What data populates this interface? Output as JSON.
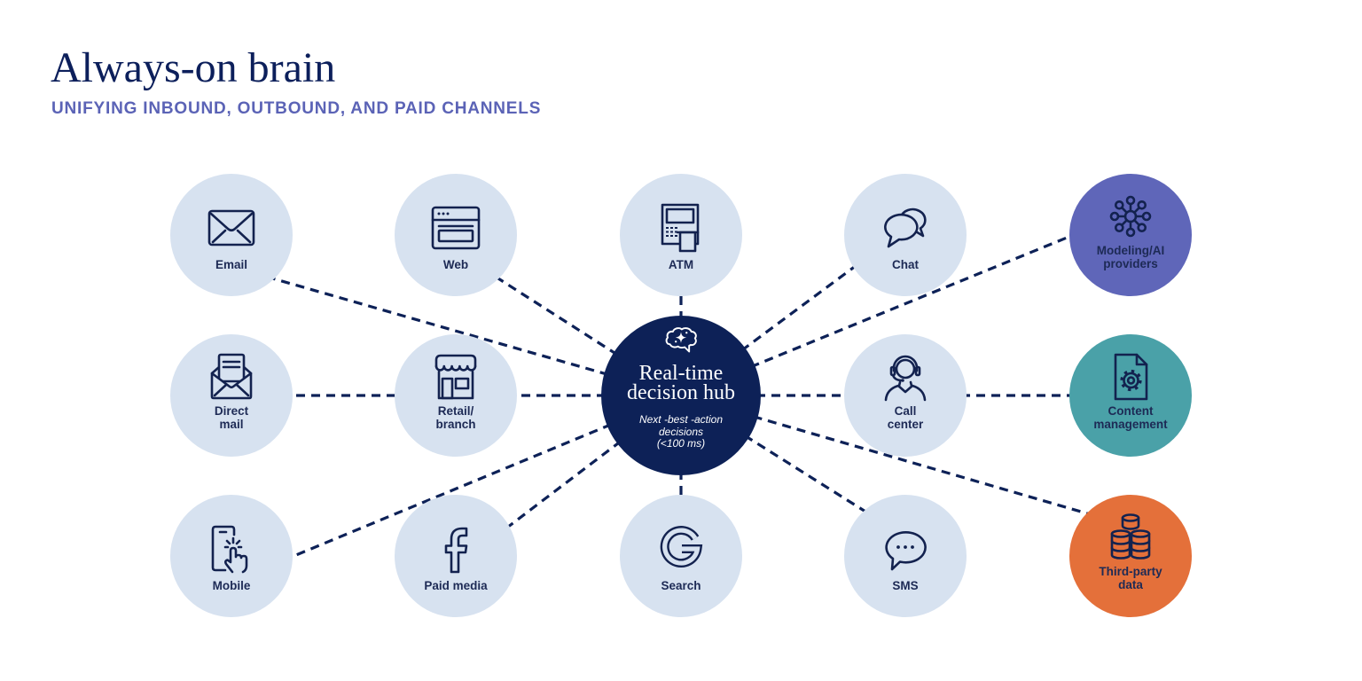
{
  "header": {
    "title": "Always-on brain",
    "subtitle": "UNIFYING INBOUND, OUTBOUND, AND PAID CHANNELS"
  },
  "hub": {
    "icon": "brain-sparkle-icon",
    "title_lines": [
      "Real-time",
      "decision hub"
    ],
    "caption_lines": [
      "Next -best -action",
      "decisions",
      "(<100 ms)"
    ]
  },
  "channels": [
    {
      "id": "email",
      "label_lines": [
        "Email"
      ],
      "icon": "envelope-icon"
    },
    {
      "id": "web",
      "label_lines": [
        "Web"
      ],
      "icon": "browser-window-icon"
    },
    {
      "id": "atm",
      "label_lines": [
        "ATM"
      ],
      "icon": "atm-machine-icon"
    },
    {
      "id": "chat",
      "label_lines": [
        "Chat"
      ],
      "icon": "chat-bubbles-icon"
    },
    {
      "id": "modeling-ai",
      "label_lines": [
        "Modeling/AI",
        "providers"
      ],
      "icon": "network-nodes-icon"
    },
    {
      "id": "direct-mail",
      "label_lines": [
        "Direct",
        "mail"
      ],
      "icon": "open-letter-icon"
    },
    {
      "id": "retail-branch",
      "label_lines": [
        "Retail/",
        "branch"
      ],
      "icon": "storefront-icon"
    },
    {
      "id": "call-center",
      "label_lines": [
        "Call",
        "center"
      ],
      "icon": "headset-agent-icon"
    },
    {
      "id": "content-management",
      "label_lines": [
        "Content",
        "management"
      ],
      "icon": "document-gear-icon"
    },
    {
      "id": "mobile",
      "label_lines": [
        "Mobile"
      ],
      "icon": "phone-tap-icon"
    },
    {
      "id": "paid-media",
      "label_lines": [
        "Paid media"
      ],
      "icon": "facebook-f-icon"
    },
    {
      "id": "search",
      "label_lines": [
        "Search"
      ],
      "icon": "google-g-icon"
    },
    {
      "id": "sms",
      "label_lines": [
        "SMS"
      ],
      "icon": "speech-bubble-dots-icon"
    },
    {
      "id": "third-party-data",
      "label_lines": [
        "Third-party",
        "data"
      ],
      "icon": "database-stack-icon"
    }
  ],
  "connections": [
    [
      "hub",
      "email"
    ],
    [
      "hub",
      "web"
    ],
    [
      "hub",
      "atm"
    ],
    [
      "hub",
      "chat"
    ],
    [
      "hub",
      "modeling-ai"
    ],
    [
      "direct-mail",
      "retail-branch"
    ],
    [
      "retail-branch",
      "hub"
    ],
    [
      "hub",
      "call-center"
    ],
    [
      "call-center",
      "content-management"
    ],
    [
      "hub",
      "mobile"
    ],
    [
      "hub",
      "paid-media"
    ],
    [
      "hub",
      "search"
    ],
    [
      "hub",
      "sms"
    ],
    [
      "hub",
      "third-party-data"
    ]
  ],
  "colors": {
    "title": "#0c1f5b",
    "subtitle": "#5b63b6",
    "navy": "#0d2157",
    "channel_fill": "#d7e2f0",
    "label": "#1d2a55",
    "icon_stroke": "#13224f",
    "modeling_fill": "#5f66b9",
    "content_fill": "#4aa1a8",
    "third_party_fill": "#e4703a",
    "hub_text": "#ffffff"
  }
}
